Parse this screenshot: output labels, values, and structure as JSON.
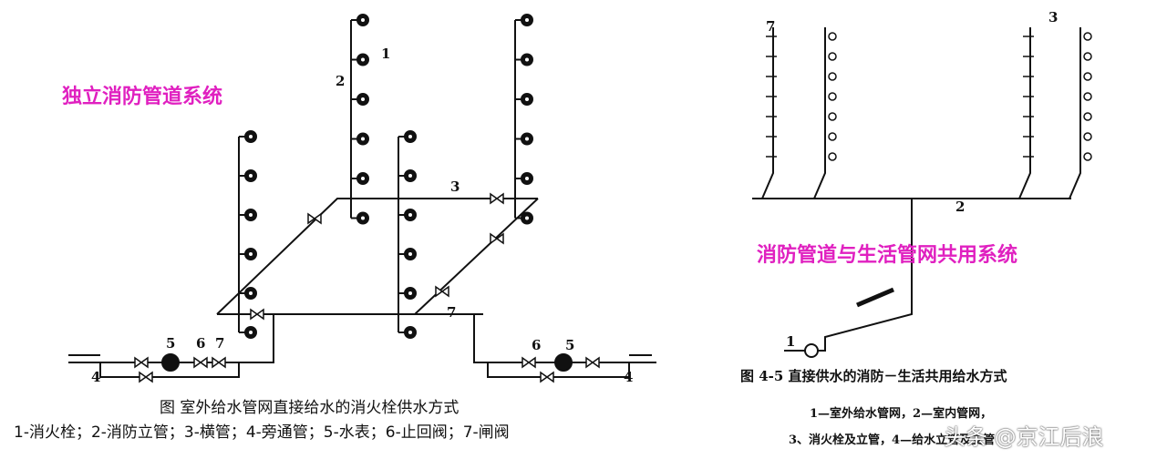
{
  "left": {
    "system_title": "独立消防管道系统",
    "labels": {
      "n1": "1",
      "n2": "2",
      "n3": "3",
      "n4a": "4",
      "n5a": "5",
      "n6a": "6",
      "n7a": "7",
      "n7b": "7",
      "n6b": "6",
      "n5b": "5",
      "n4b": "4"
    },
    "caption": "图  室外给水管网直接给水的消火栓供水方式",
    "legend": "1-消火栓；2-消防立管；3-横管；4-旁通管；5-水表；6-止回阀；7-闸阀"
  },
  "right": {
    "system_title": "消防管道与生活管网共用系统",
    "labels": {
      "n1": "1",
      "n2": "2",
      "n3": "3",
      "n7": "7"
    },
    "caption": "图 4-5   直接供水的消防－生活共用给水方式",
    "legend_line1": "1—室外给水管网，2—室内管网，",
    "legend_line2": "3、消火栓及立管，4—给水立管及支管"
  },
  "watermark": "头条 @京江后浪",
  "colors": {
    "title": "#e020c0",
    "line": "#111111"
  }
}
